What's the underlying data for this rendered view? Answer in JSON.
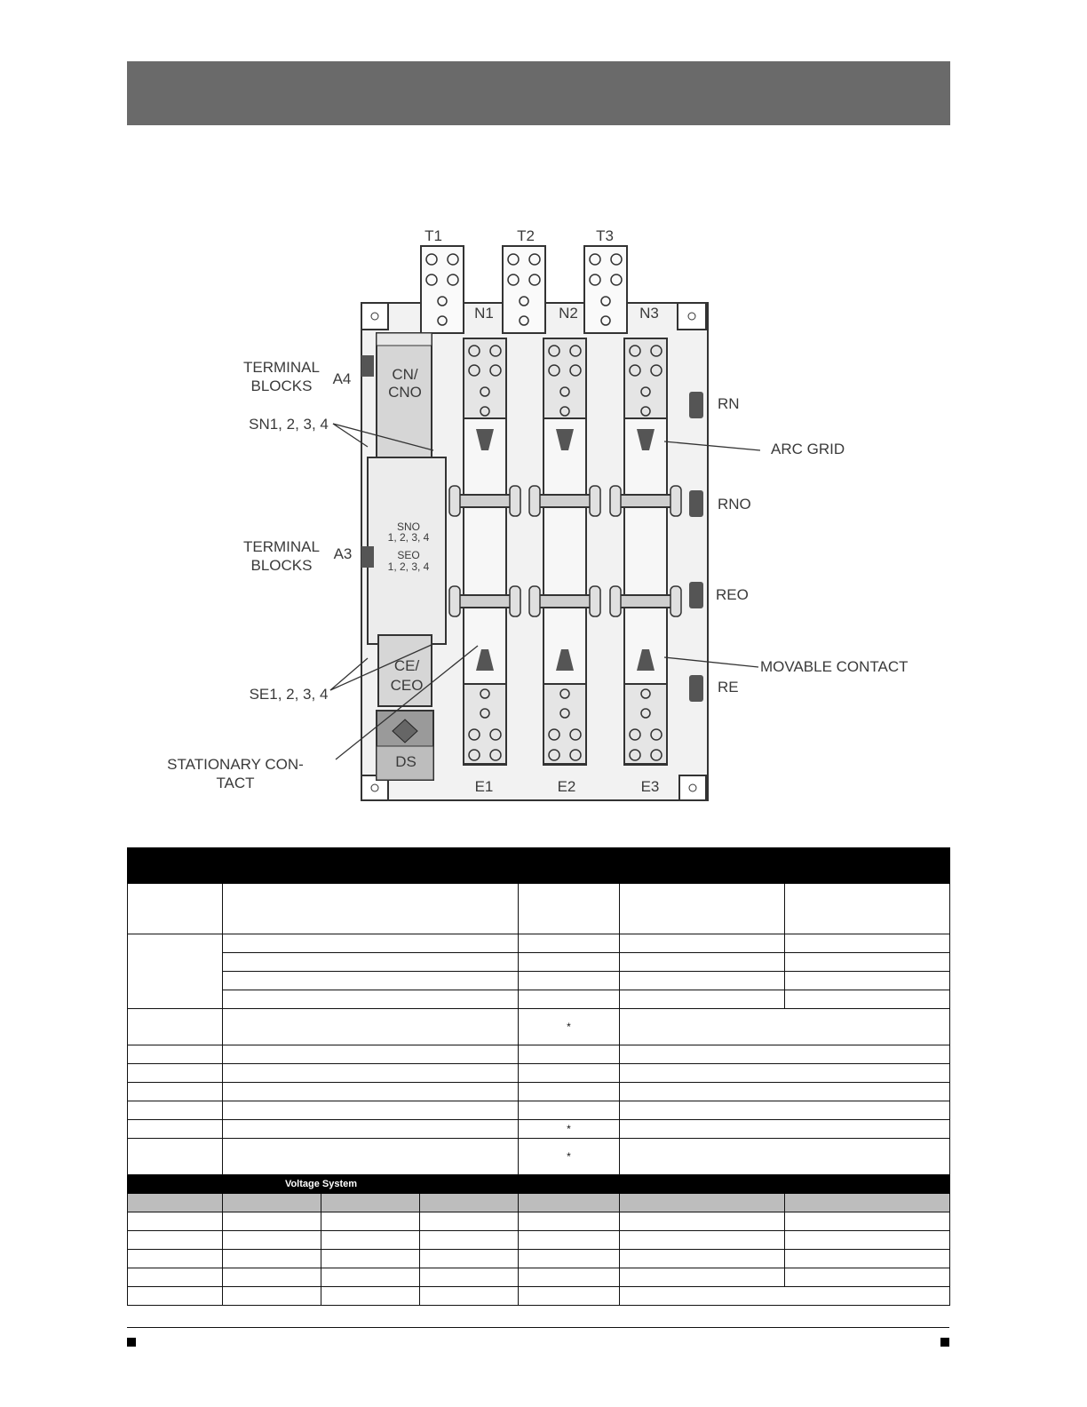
{
  "diagram": {
    "top_terminals": [
      "T1",
      "T2",
      "T3"
    ],
    "line_labels": [
      "N1",
      "N2",
      "N3"
    ],
    "bottom_labels": [
      "E1",
      "E2",
      "E3"
    ],
    "left_labels": {
      "terminal_blocks_a4_line1": "TERMINAL",
      "terminal_blocks_a4_line2": "BLOCKS",
      "a4": "A4",
      "sn": "SN1, 2, 3, 4",
      "terminal_blocks_a3_line1": "TERMINAL",
      "terminal_blocks_a3_line2": "BLOCKS",
      "a3": "A3",
      "se": "SE1, 2, 3, 4",
      "stationary_line1": "STATIONARY CON-",
      "stationary_line2": "TACT"
    },
    "inner_labels": {
      "cn_line1": "CN/",
      "cn_line2": "CNO",
      "sno_line1": "SNO",
      "sno_line2": "1, 2, 3, 4",
      "seo_line1": "SEO",
      "seo_line2": "1, 2, 3, 4",
      "ce_line1": "CE/",
      "ce_line2": "CEO",
      "ds": "DS"
    },
    "right_labels": {
      "rn": "RN",
      "arc_grid": "ARC GRID",
      "rno": "RNO",
      "reo": "REO",
      "movable_contact": "MOVABLE CONTACT",
      "re": "RE"
    }
  },
  "table": {
    "star": "*",
    "voltage_system": "Voltage System"
  }
}
